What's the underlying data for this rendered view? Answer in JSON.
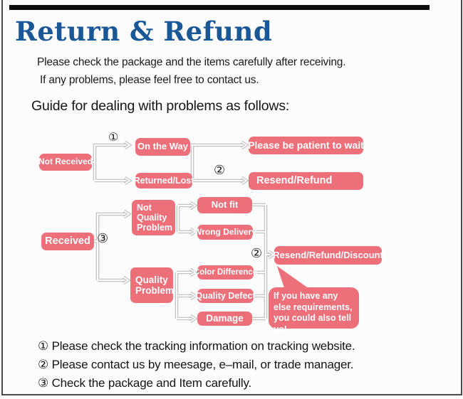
{
  "title": "Return & Refund",
  "intro": {
    "line1": "Please check the package and the items carefully after receiving.",
    "line2": "If any problems, please feel free to contact us."
  },
  "guide_heading": "Guide for dealing with problems as follows:",
  "flowchart": {
    "markers": {
      "one": "①",
      "two": "②",
      "three": "③"
    },
    "nodes": {
      "not_received": "Not Received",
      "on_the_way": "On the Way",
      "returned_lost": "Returned/Lost",
      "be_patient": "Please be patient to wait",
      "resend_refund": "Resend/Refund",
      "received": "Received",
      "not_quality_problem": "Not Quality Problem",
      "quality_problem": "Quality Problem",
      "not_fit": "Not fit",
      "wrong_delivery": "Wrong Delivery",
      "color_difference": "Color Difference",
      "quality_defect": "Quality Defect",
      "damage": "Damage",
      "resend_refund_discount": "Resend/Refund/Discount",
      "bubble": "If you have any else requirements, you could also tell us!"
    }
  },
  "notes": [
    "① Please check the tracking information on tracking website.",
    "② Please contact us by meesage, e–mail, or trade manager.",
    "③ Check the package and Item carefully."
  ],
  "colors": {
    "accent_pink": "#ed6f79",
    "title_blue": "#1a5796",
    "connector_gray": "#c3c3c3"
  }
}
